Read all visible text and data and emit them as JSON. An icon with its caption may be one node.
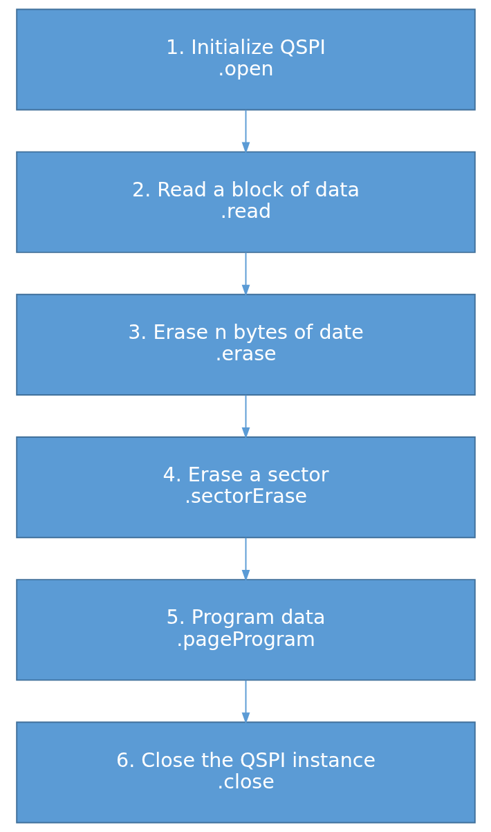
{
  "diagram": {
    "nodes": [
      {
        "text": [
          "1. Initialize QSPI",
          ".open"
        ]
      },
      {
        "text": [
          "2. Read a block of data",
          ".read"
        ]
      },
      {
        "text": [
          "3. Erase n bytes of date",
          ".erase"
        ]
      },
      {
        "text": [
          "4. Erase a sector",
          ".sectorErase"
        ]
      },
      {
        "text": [
          "5. Program data",
          ".pageProgram"
        ]
      },
      {
        "text": [
          "6. Close the QSPI instance",
          ".close"
        ]
      }
    ],
    "edges": [
      {
        "from": 0,
        "to": 1,
        "arrow": "to"
      },
      {
        "from": 1,
        "to": 2,
        "arrow": "to"
      },
      {
        "from": 2,
        "to": 3,
        "arrow": "to"
      },
      {
        "from": 3,
        "to": 4,
        "arrow": "to"
      },
      {
        "from": 4,
        "to": 5,
        "arrow": "to"
      }
    ]
  }
}
